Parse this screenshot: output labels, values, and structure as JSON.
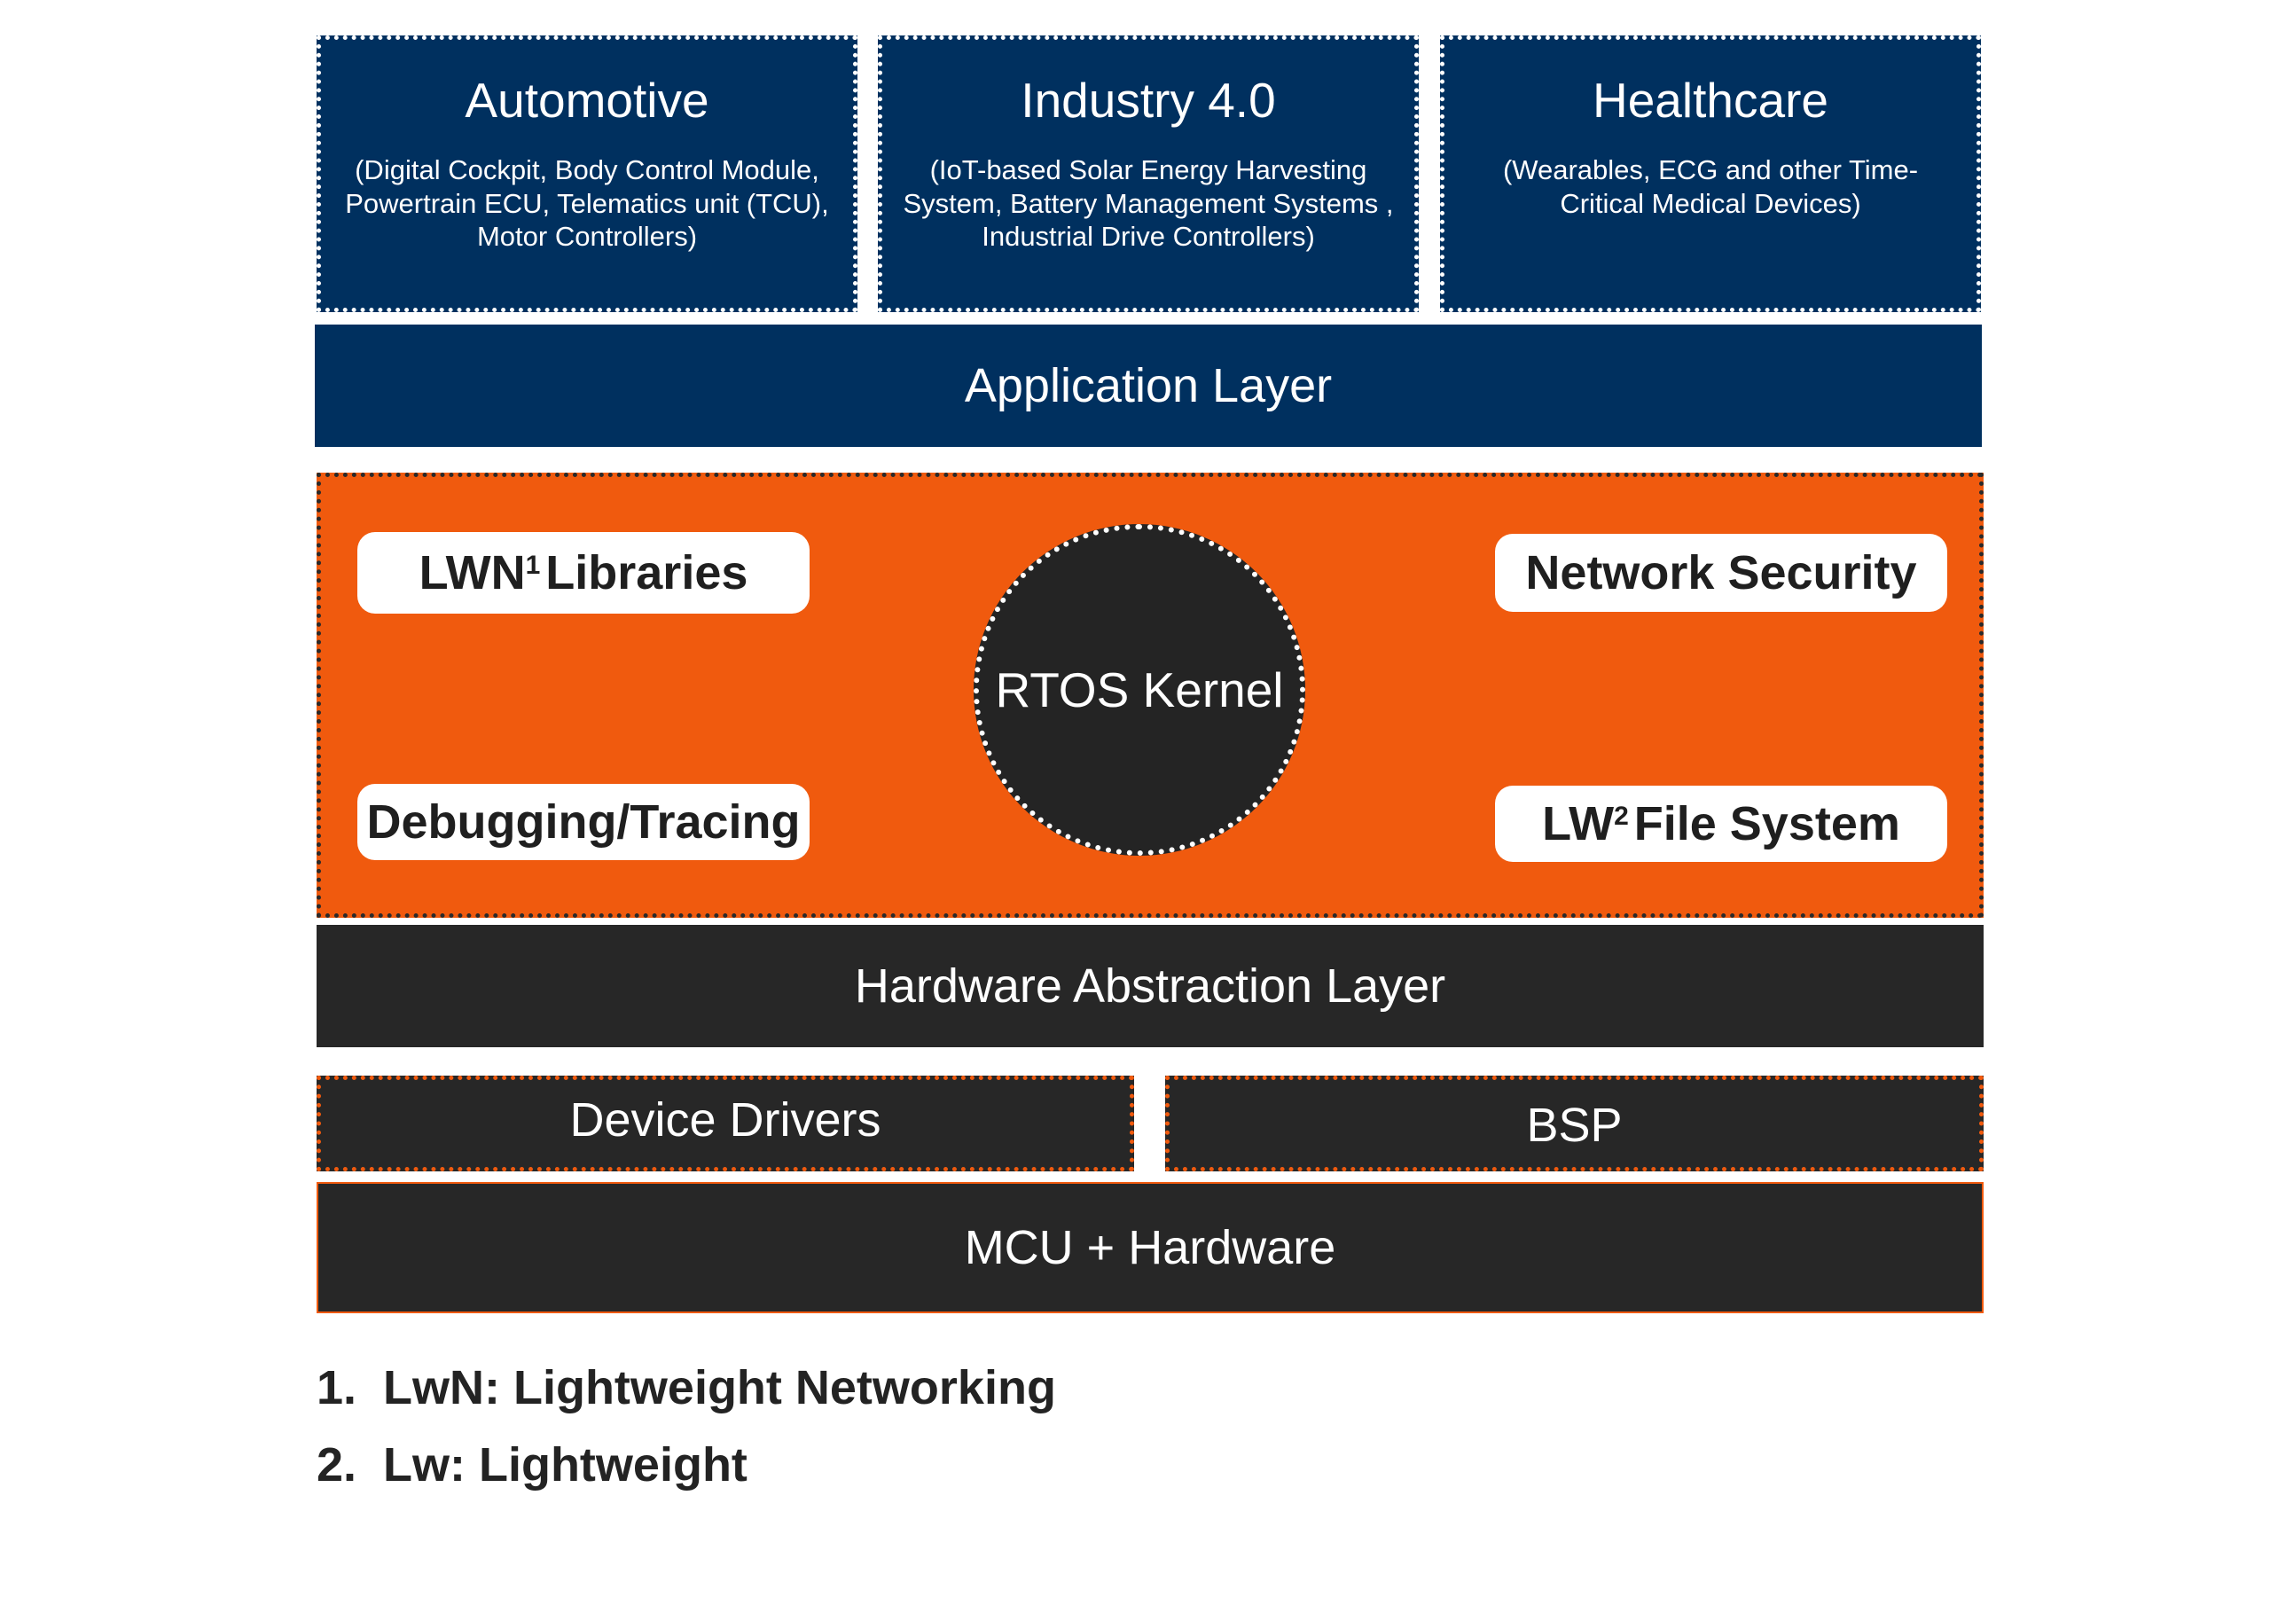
{
  "sectors": [
    {
      "title": "Automotive",
      "description": "(Digital Cockpit, Body Control Module, Powertrain ECU, Telematics unit (TCU), Motor Controllers)"
    },
    {
      "title": "Industry 4.0",
      "description": "(IoT-based Solar Energy Harvesting System, Battery Management Systems , Industrial Drive Controllers)"
    },
    {
      "title": "Healthcare",
      "description": "(Wearables, ECG and other Time-Critical Medical Devices)"
    }
  ],
  "layers": {
    "application": "Application Layer",
    "kernel": "RTOS Kernel",
    "lwn_libraries": {
      "prefix": "LWN",
      "sup": "1",
      "suffix": "Libraries"
    },
    "network_security": "Network Security",
    "debugging": "Debugging/Tracing",
    "file_system": {
      "prefix": "LW",
      "sup": "2",
      "suffix": "File System"
    },
    "hal": "Hardware Abstraction Layer",
    "device_drivers": "Device Drivers",
    "bsp": "BSP",
    "mcu": "MCU + Hardware"
  },
  "footnotes": [
    {
      "num": "1.",
      "text": "LwN: Lightweight Networking"
    },
    {
      "num": "2.",
      "text": "Lw: Lightweight"
    }
  ],
  "colors": {
    "navy": "#00305f",
    "orange": "#f05a0e",
    "dark": "#272727"
  }
}
